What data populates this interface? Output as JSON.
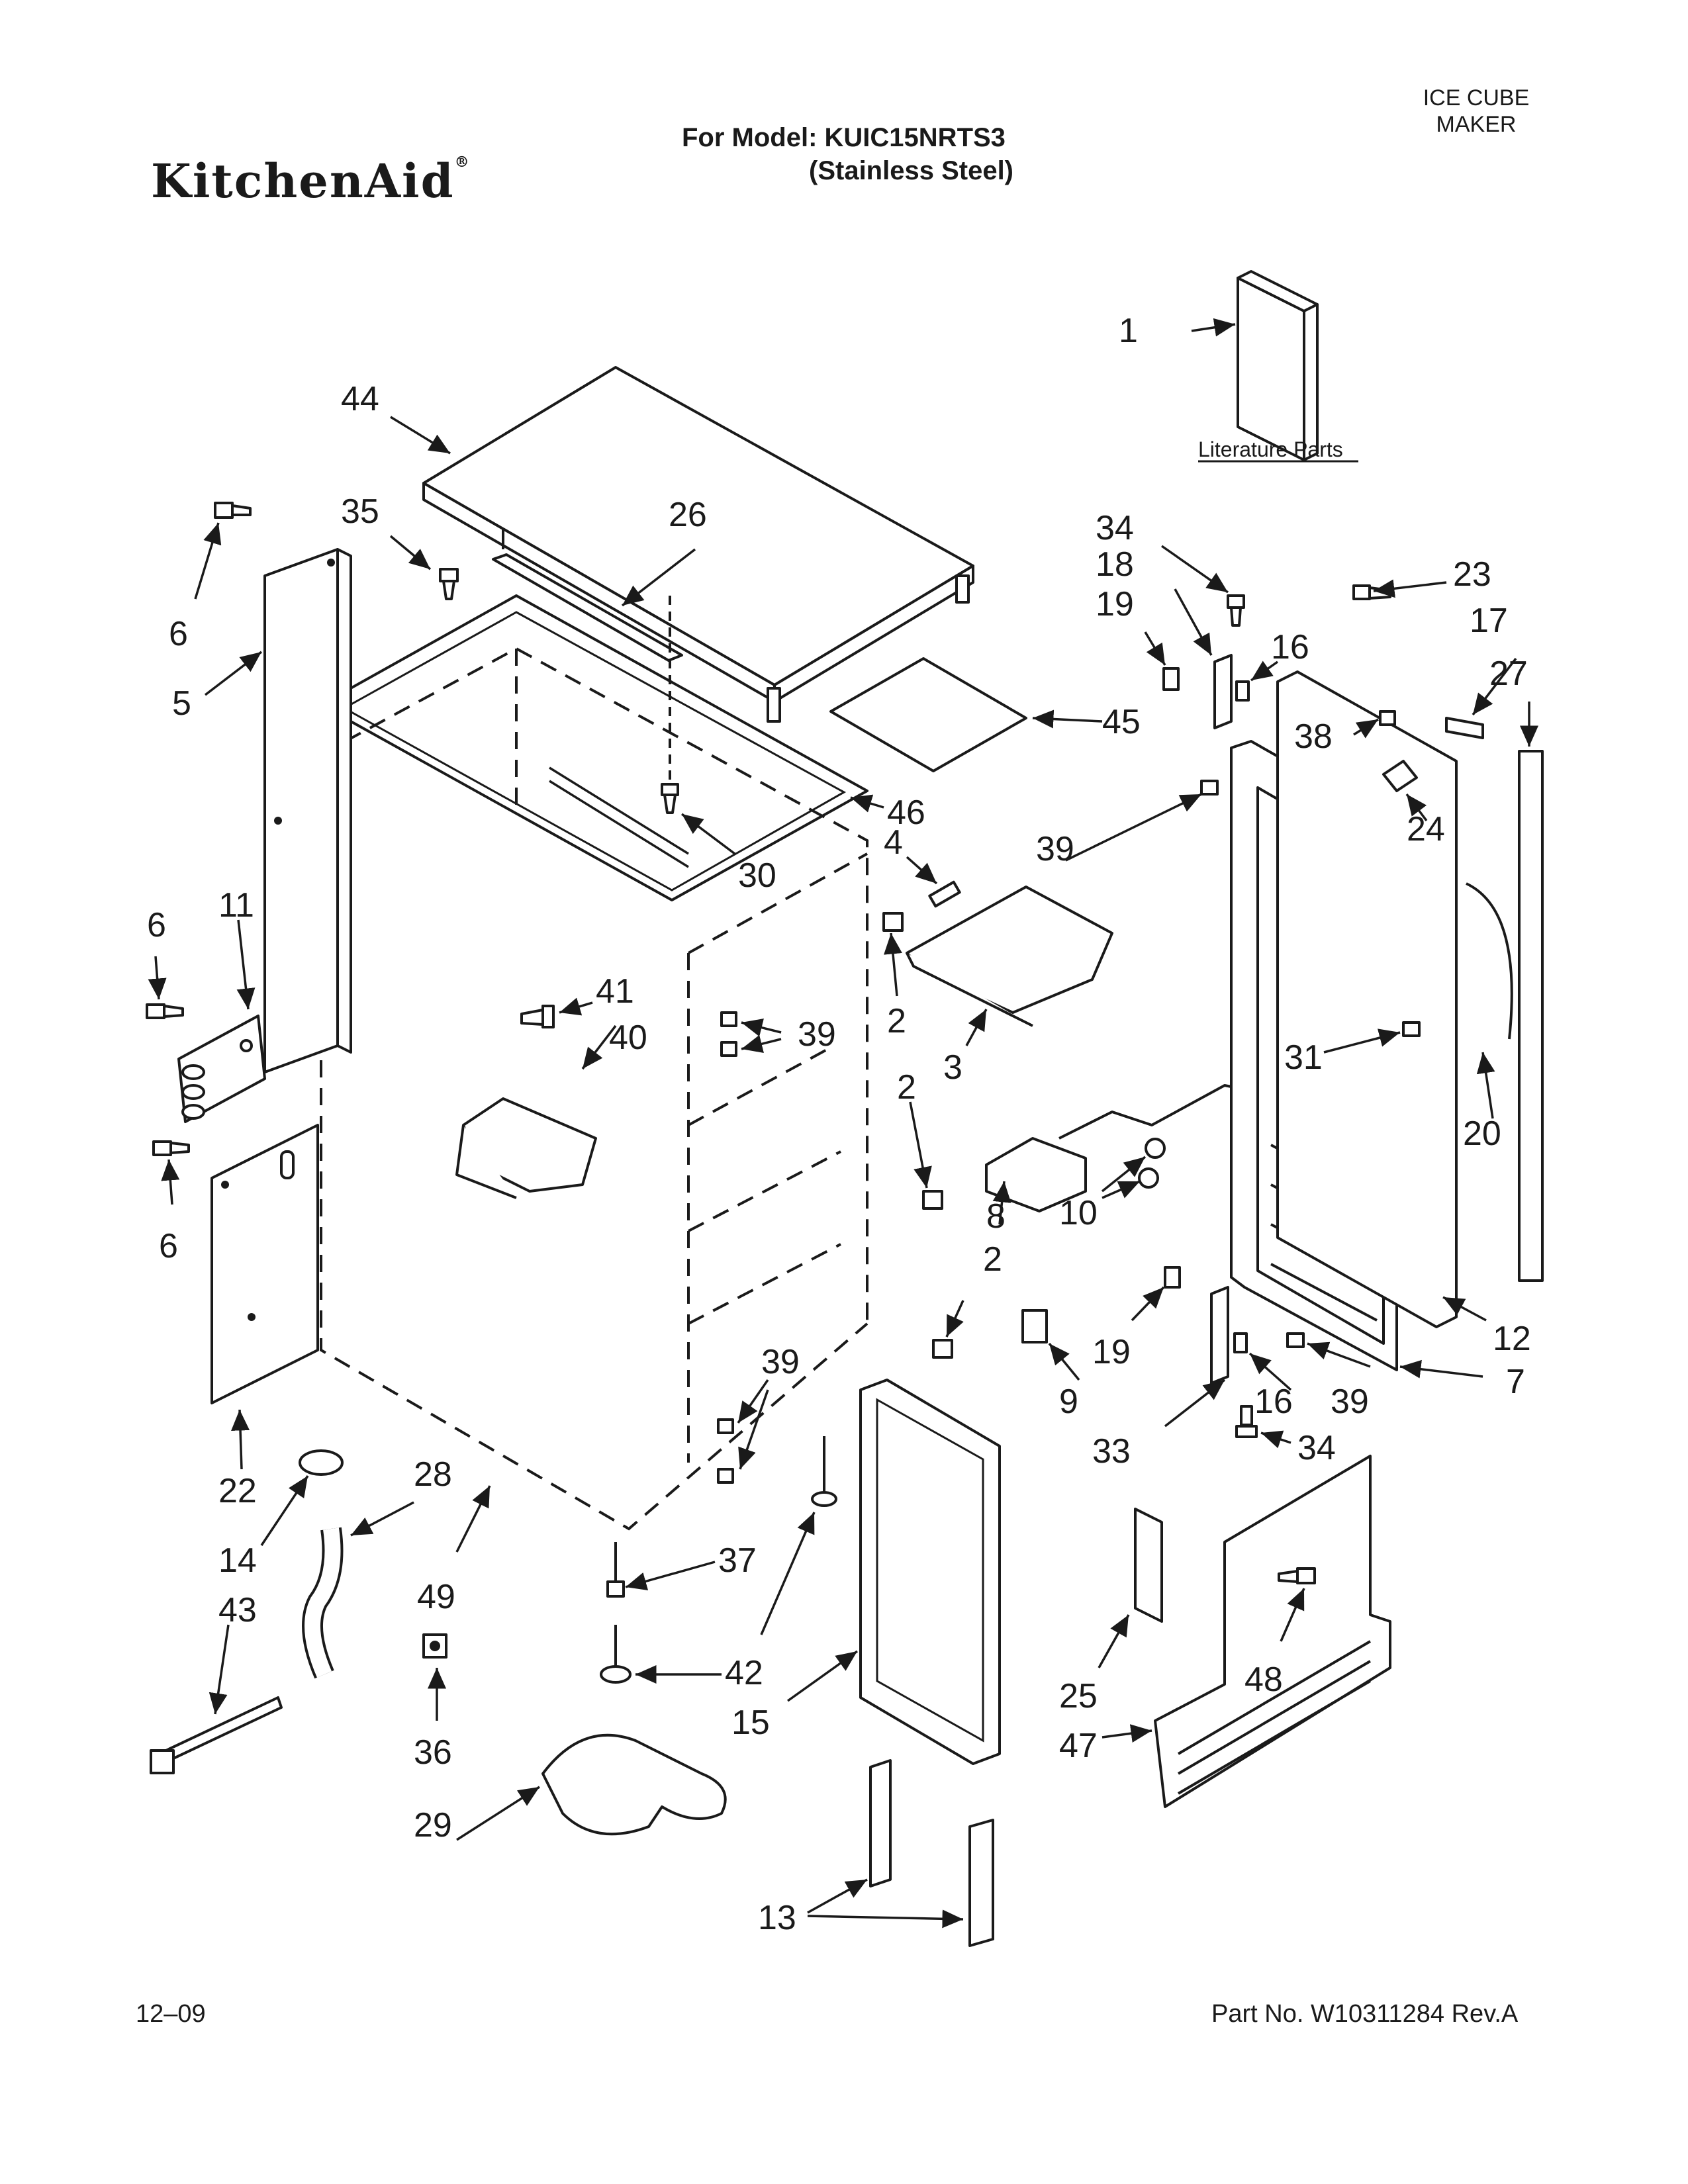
{
  "header": {
    "brand": "KitchenAid",
    "registered_mark": "®",
    "model_label": "For Model: KUIC15NRTS3",
    "model_finish": "(Stainless Steel)",
    "section_line1": "ICE CUBE",
    "section_line2": "MAKER"
  },
  "literature_label": "Literature Parts",
  "callouts": [
    "1",
    "44",
    "35",
    "26",
    "6",
    "5",
    "34",
    "18",
    "19",
    "16",
    "23",
    "17",
    "27",
    "45",
    "46",
    "38",
    "24",
    "39",
    "30",
    "4",
    "11",
    "6",
    "41",
    "40",
    "39",
    "2",
    "3",
    "2",
    "31",
    "20",
    "8",
    "10",
    "6",
    "19",
    "2",
    "16",
    "39",
    "12",
    "9",
    "33",
    "34",
    "7",
    "22",
    "39",
    "28",
    "14",
    "49",
    "37",
    "43",
    "42",
    "15",
    "25",
    "48",
    "47",
    "36",
    "29",
    "13"
  ],
  "footer": {
    "date": "12–09",
    "part_number": "Part No. W10311284 Rev.A"
  }
}
